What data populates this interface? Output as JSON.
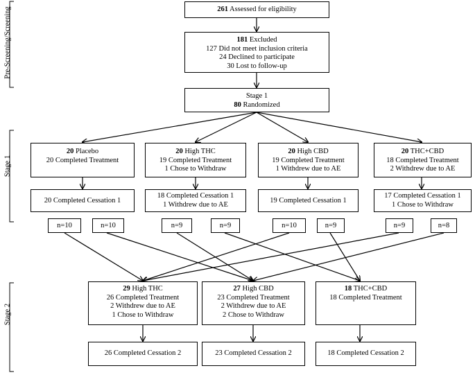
{
  "side_labels": {
    "pre_screening": "Pre-Screening/Screening",
    "stage1": "Stage 1",
    "stage2": "Stage 2"
  },
  "screening": {
    "assessed": {
      "count": "261",
      "text": "Assessed for eligibility"
    },
    "excluded": {
      "count": "181",
      "text": "Excluded",
      "lines": [
        "127 Did not meet inclusion criteria",
        "24 Declined to participate",
        "30 Lost to follow-up"
      ]
    },
    "randomized": {
      "title": "Stage 1",
      "count": "80",
      "text": "Randomized"
    }
  },
  "stage1_arms": [
    {
      "count": "20",
      "name": "Placebo",
      "lines": [
        "20 Completed Treatment"
      ],
      "cessation": [
        "20 Completed Cessation 1"
      ],
      "splits": [
        "n=10",
        "n=10"
      ]
    },
    {
      "count": "20",
      "name": "High THC",
      "lines": [
        "19 Completed Treatment",
        "1 Chose to Withdraw"
      ],
      "cessation": [
        "18 Completed Cessation 1",
        "1 Withdrew due to AE"
      ],
      "splits": [
        "n=9",
        "n=9"
      ]
    },
    {
      "count": "20",
      "name": "High CBD",
      "lines": [
        "19 Completed Treatment",
        "1 Withdrew due to AE"
      ],
      "cessation": [
        "19 Completed Cessation 1"
      ],
      "splits": [
        "n=10",
        "n=9"
      ]
    },
    {
      "count": "20",
      "name": "THC+CBD",
      "lines": [
        "18 Completed Treatment",
        "2 Withdrew due to AE"
      ],
      "cessation": [
        "17 Completed Cessation 1",
        "1 Chose to Withdraw"
      ],
      "splits": [
        "n=9",
        "n=8"
      ]
    }
  ],
  "stage2_arms": [
    {
      "count": "29",
      "name": "High THC",
      "lines": [
        "26 Completed Treatment",
        "2 Withdrew due to AE",
        "1 Chose to Withdraw"
      ],
      "cessation": "26 Completed Cessation 2"
    },
    {
      "count": "27",
      "name": "High CBD",
      "lines": [
        "23 Completed Treatment",
        "2 Withdrew due to AE",
        "2 Chose to Withdraw"
      ],
      "cessation": "23 Completed Cessation 2"
    },
    {
      "count": "18",
      "name": "THC+CBD",
      "lines": [
        "18 Completed Treatment"
      ],
      "cessation": "18 Completed Cessation 2"
    }
  ]
}
